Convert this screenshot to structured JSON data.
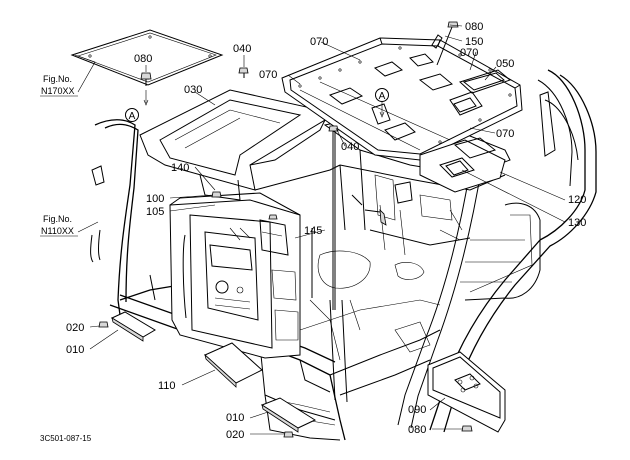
{
  "callouts": {
    "c080a": "080",
    "c040a": "040",
    "c070a": "070",
    "c080b": "080",
    "c150": "150",
    "c070b": "070",
    "c050": "050",
    "c030": "030",
    "c070c": "070",
    "c070d": "070",
    "c040b": "040",
    "c140": "140",
    "c100": "100",
    "c105": "105",
    "c145": "145",
    "c120": "120",
    "c130": "130",
    "c020a": "020",
    "c010a": "010",
    "c110": "110",
    "c010b": "010",
    "c020b": "020",
    "c090": "090",
    "c080c": "080"
  },
  "refs": {
    "fig1_line1": "Fig.No.",
    "fig1_line2": "N170XX",
    "fig2_line1": "Fig.No.",
    "fig2_line2": "N110XX"
  },
  "markers": {
    "a1": "A",
    "a2": "A"
  },
  "footer": {
    "code": "3C501-087-15"
  }
}
